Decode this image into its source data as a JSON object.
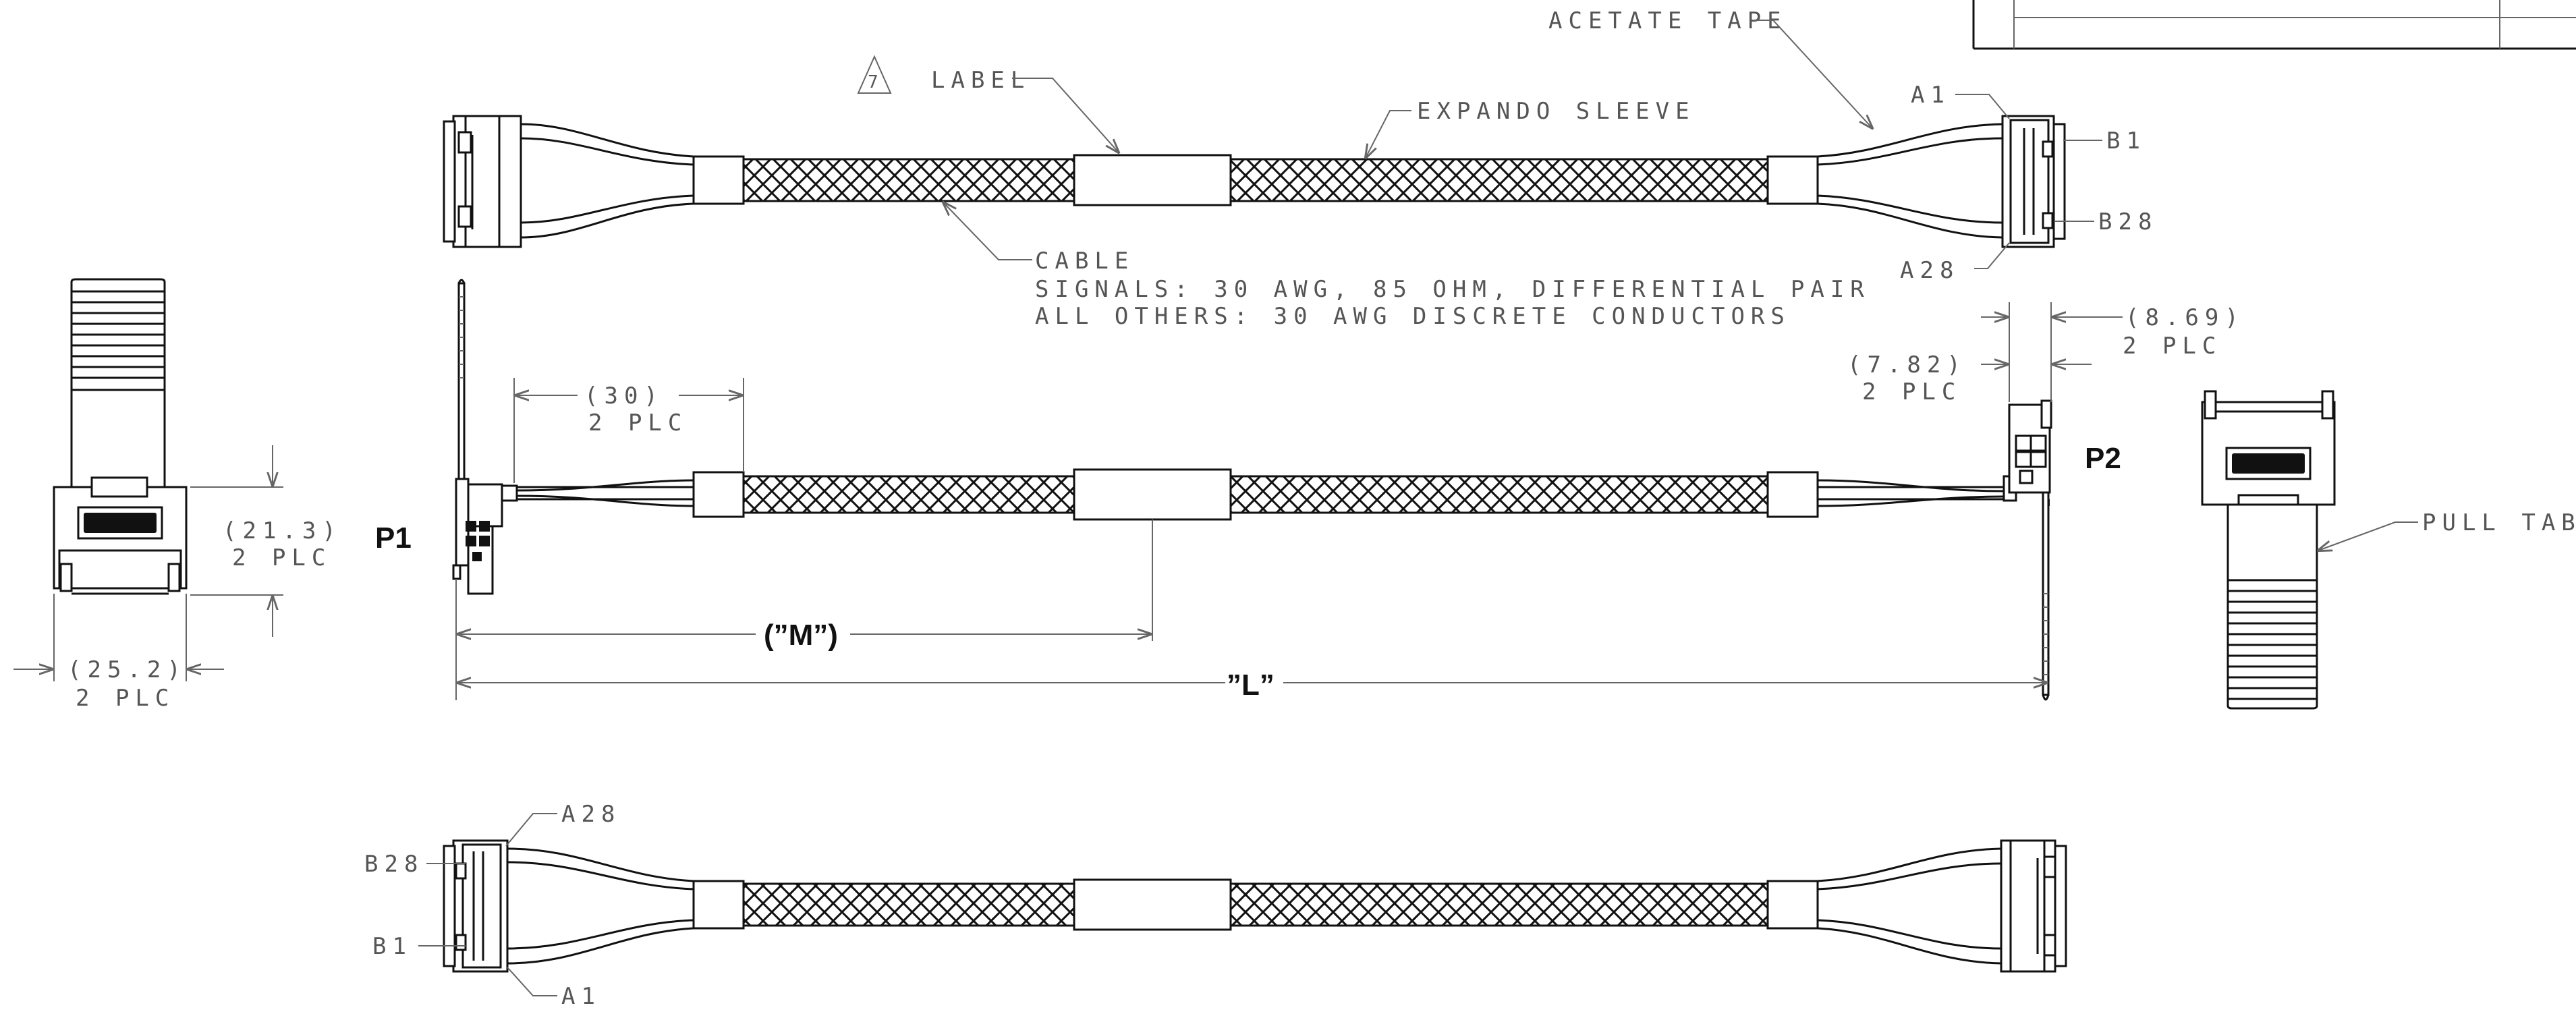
{
  "colors": {
    "ink": "#111111",
    "leader": "#666666",
    "text": "#555555",
    "paper": "#ffffff"
  },
  "callouts": {
    "acetate_tape": "ACETATE TAPE",
    "label_note_number": "7",
    "label": "LABEL",
    "expando_sleeve": "EXPANDO SLEEVE",
    "cable_title": "CABLE",
    "cable_signals": "SIGNALS: 30 AWG, 85 OHM, DIFFERENTIAL PAIR",
    "cable_others": "ALL OTHERS: 30 AWG DISCRETE CONDUCTORS",
    "pull_tab": "PULL TAB"
  },
  "pins_top": {
    "a1": "A1",
    "b1": "B1",
    "b28": "B28",
    "a28": "A28"
  },
  "pins_bottom": {
    "a28": "A28",
    "b28": "B28",
    "b1": "B1",
    "a1": "A1"
  },
  "connectors": {
    "p1": "P1",
    "p2": "P2"
  },
  "dimensions": {
    "d_869": "(8.69)",
    "d_782": "(7.82)",
    "d_30": "(30)",
    "d_213": "(21.3)",
    "d_252": "(25.2)",
    "plc": "2 PLC",
    "m": "(”M”)",
    "l": "”L”"
  }
}
